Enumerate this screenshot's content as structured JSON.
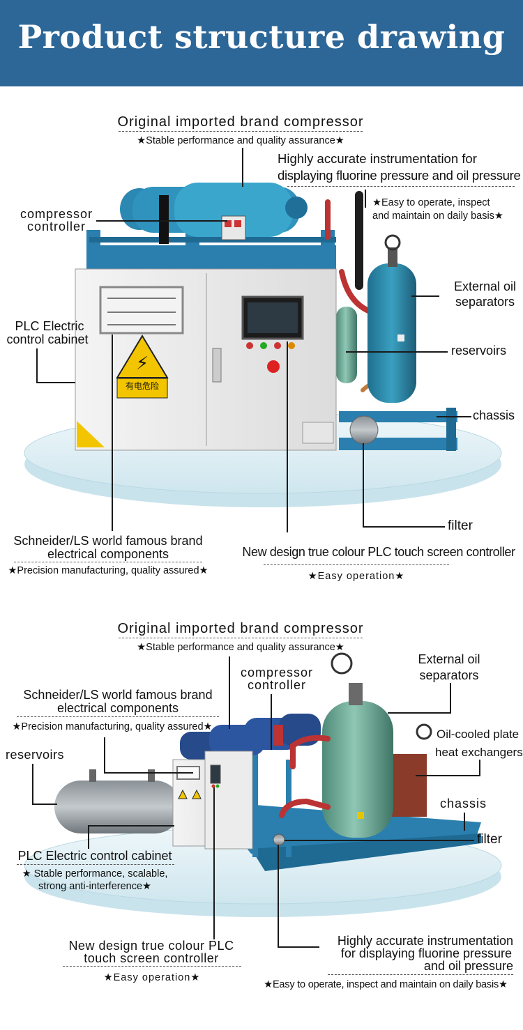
{
  "title": "Product structure drawing",
  "section1": {
    "compressor": {
      "title": "Original imported brand compressor",
      "sub": "★Stable performance and quality assurance★"
    },
    "instrument": {
      "line1": "Highly accurate instrumentation for",
      "line2": "displaying fluorine pressure and oil pressure",
      "sub1": "★Easy to operate, inspect",
      "sub2": "and maintain on daily basis★"
    },
    "controller": {
      "line1": "compressor",
      "line2": "controller"
    },
    "oil_sep": {
      "line1": "External oil",
      "line2": "separators"
    },
    "plc": {
      "line1": "PLC Electric",
      "line2": "control cabinet"
    },
    "reservoirs": "reservoirs",
    "chassis": "chassis",
    "filter": "filter",
    "schneider": {
      "line1": "Schneider/LS world famous brand",
      "line2": "electrical components",
      "sub": "★Precision manufacturing, quality assured★"
    },
    "touch": {
      "title": "New design true colour PLC touch screen controller",
      "sub": "★Easy operation★"
    },
    "warning_sign": "有电危险"
  },
  "section2": {
    "compressor": {
      "title": "Original imported brand compressor",
      "sub": "★Stable performance and quality assurance★"
    },
    "controller": {
      "line1": "compressor",
      "line2": "controller"
    },
    "oil_sep": {
      "line1": "External oil",
      "line2": "separators"
    },
    "schneider": {
      "line1": "Schneider/LS world famous brand",
      "line2": "electrical components",
      "sub": "★Precision manufacturing, quality assured★"
    },
    "plate": {
      "line1": "Oil-cooled plate",
      "line2": "heat exchangers"
    },
    "reservoirs": "reservoirs",
    "chassis": "chassis",
    "filter": "filter",
    "plc": {
      "title": "PLC Electric control cabinet",
      "sub1": "★ Stable performance, scalable,",
      "sub2": "strong anti-interference★"
    },
    "touch": {
      "line1": "New design true colour PLC",
      "line2": "touch screen controller",
      "sub": "★Easy operation★"
    },
    "instrument": {
      "line1": "Highly accurate instrumentation",
      "line2": "for displaying fluorine pressure",
      "line3": "and oil pressure",
      "sub": "★Easy to operate, inspect and maintain on daily basis★"
    }
  }
}
